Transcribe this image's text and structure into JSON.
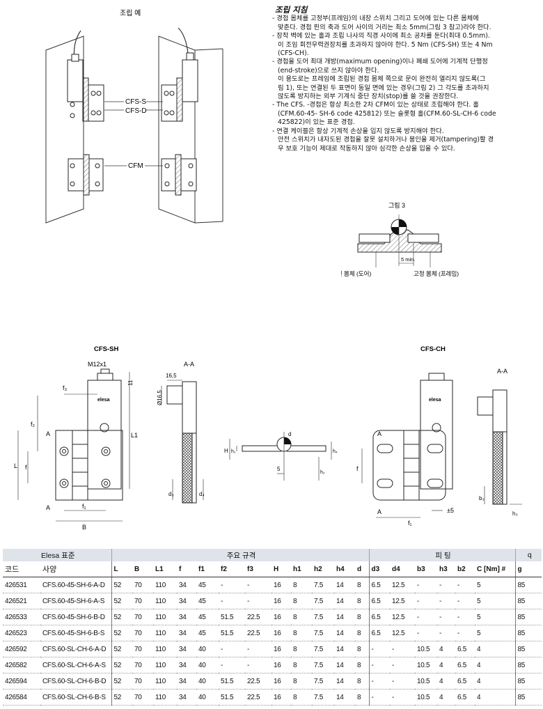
{
  "assembly": {
    "caption": "조립 예",
    "labels": [
      "CFS-S",
      "CFS-D",
      "CFM"
    ]
  },
  "guidelines": {
    "title": "조립 지침",
    "items": [
      {
        "lines": [
          "- 경첩 몸체를 고정부(프레임)의 내장 스위치 그리고 도어에 있는 다른 몸체에",
          "맞춘다. 경첩 핀의 축과 도어 사이의 거리는 최소 5mm(그림 3 참고)라야 한다."
        ]
      },
      {
        "lines": [
          "- 장착 벽에 있는 홀과 조립 나사의 직경 사이에 최소 공차를 둔다(최대 0.5mm).",
          "이 조임 회전우력권장치를 초과하지 않아야 한다. 5 Nm (CFS-SH) 또는 4 Nm",
          "(CFS-CH)."
        ]
      },
      {
        "lines": [
          "- 경첩을 도어 최대 개방(maximum opening)이나 폐쇄 도어에 기계적 단행정",
          "(end-stroke)으로 쓰지 않아야 한다.",
          "이 용도로는 프레임에 조립된 경첩 몸체 쪽으로 문이 완전히 열리지 않도록(그",
          "림 1), 또는 연결된 두 표면이 동일 면에 있는 경우(그림 2) 그 각도를 초과하지",
          "않도록 방지하는 외부 기계식 중단 장치(stop)를 쓸 것을 권장한다."
        ]
      },
      {
        "lines": [
          "- The CFS. -경첩은 항상 최소한 2차 CFM이 있는 상태로 조립해야 한다. 홀",
          "(CFM.60-45- SH-6 code 425812) 또는 슬롯형 홀(CFM.60-SL-CH-6 code",
          "425822)이 있는 표준 경첩."
        ]
      },
      {
        "lines": [
          "- 연결 케이블은 항상 기계적 손상을 입지 않도록 방지해야 한다.",
          "안전 스위치가 내자도된 경첩을 잘못 설치하거나 봉인을 제거(tampering)할 경",
          "우 보호 기능이 제대로 작동하지 않아 심각한 손상을 입을 수 있다."
        ]
      }
    ]
  },
  "figure3": {
    "title": "그림 3",
    "dim": "5 min.",
    "label_door": "회전 몸체 (도어)",
    "label_frame": "고정 몸체 (프레임)"
  },
  "drawing_sh": {
    "title": "CFS-SH",
    "labels": {
      "m12": "M12x1",
      "n11": "11",
      "f3": "f₃",
      "f2": "f₂",
      "A_top": "A",
      "A_bot": "A",
      "L1": "L1",
      "f": "f",
      "L": "L",
      "f1": "f₁",
      "B": "B",
      "aa": "A-A",
      "n165": "16,5",
      "d165": "Ø16,5",
      "d3": "d₃",
      "d4": "d₄"
    }
  },
  "drawing_mid": {
    "labels": {
      "d": "d",
      "H": "H",
      "h1": "h₁",
      "h4": "h₄",
      "h2": "h₂",
      "n5": "5"
    }
  },
  "drawing_ch": {
    "title": "CFS-CH",
    "labels": {
      "aa": "A-A",
      "A_top": "A",
      "A_bot": "A",
      "f": "f",
      "f1": "f₁",
      "pm5": "±5",
      "b3": "b₃",
      "h3": "h₃"
    }
  },
  "table": {
    "groups": {
      "elesa": "Elesa 표준",
      "main": "주요 규격",
      "fitting": "피      팅",
      "weight": "q"
    },
    "columns": [
      "코드",
      "사양",
      "L",
      "B",
      "L1",
      "f",
      "f1",
      "f2",
      "f3",
      "H",
      "h1",
      "h2",
      "h4",
      "d",
      "d3",
      "d4",
      "b3",
      "h3",
      "b2",
      "C [Nm] #",
      "g"
    ],
    "rows": [
      [
        "426531",
        "CFS.60-45-SH-6-A-D",
        "52",
        "70",
        "110",
        "34",
        "45",
        "-",
        "-",
        "16",
        "8",
        "7.5",
        "14",
        "8",
        "6.5",
        "12.5",
        "-",
        "-",
        "-",
        "5",
        "85"
      ],
      [
        "426521",
        "CFS.60-45-SH-6-A-S",
        "52",
        "70",
        "110",
        "34",
        "45",
        "-",
        "-",
        "16",
        "8",
        "7.5",
        "14",
        "8",
        "6.5",
        "12.5",
        "-",
        "-",
        "-",
        "5",
        "85"
      ],
      [
        "426533",
        "CFS.60-45-SH-6-B-D",
        "52",
        "70",
        "110",
        "34",
        "45",
        "51.5",
        "22.5",
        "16",
        "8",
        "7.5",
        "14",
        "8",
        "6.5",
        "12.5",
        "-",
        "-",
        "-",
        "5",
        "85"
      ],
      [
        "426523",
        "CFS.60-45-SH-6-B-S",
        "52",
        "70",
        "110",
        "34",
        "45",
        "51.5",
        "22.5",
        "16",
        "8",
        "7.5",
        "14",
        "8",
        "6.5",
        "12.5",
        "-",
        "-",
        "-",
        "5",
        "85"
      ],
      [
        "426592",
        "CFS.60-SL-CH-6-A-D",
        "52",
        "70",
        "110",
        "34",
        "40",
        "-",
        "-",
        "16",
        "8",
        "7.5",
        "14",
        "8",
        "-",
        "-",
        "10.5",
        "4",
        "6.5",
        "4",
        "85"
      ],
      [
        "426582",
        "CFS.60-SL-CH-6-A-S",
        "52",
        "70",
        "110",
        "34",
        "40",
        "-",
        "-",
        "16",
        "8",
        "7.5",
        "14",
        "8",
        "-",
        "-",
        "10.5",
        "4",
        "6.5",
        "4",
        "85"
      ],
      [
        "426594",
        "CFS.60-SL-CH-6-B-D",
        "52",
        "70",
        "110",
        "34",
        "40",
        "51.5",
        "22.5",
        "16",
        "8",
        "7.5",
        "14",
        "8",
        "-",
        "-",
        "10.5",
        "4",
        "6.5",
        "4",
        "85"
      ],
      [
        "426584",
        "CFS.60-SL-CH-6-B-S",
        "52",
        "70",
        "110",
        "34",
        "40",
        "51.5",
        "22.5",
        "16",
        "8",
        "7.5",
        "14",
        "8",
        "-",
        "-",
        "10.5",
        "4",
        "6.5",
        "4",
        "85"
      ]
    ]
  }
}
